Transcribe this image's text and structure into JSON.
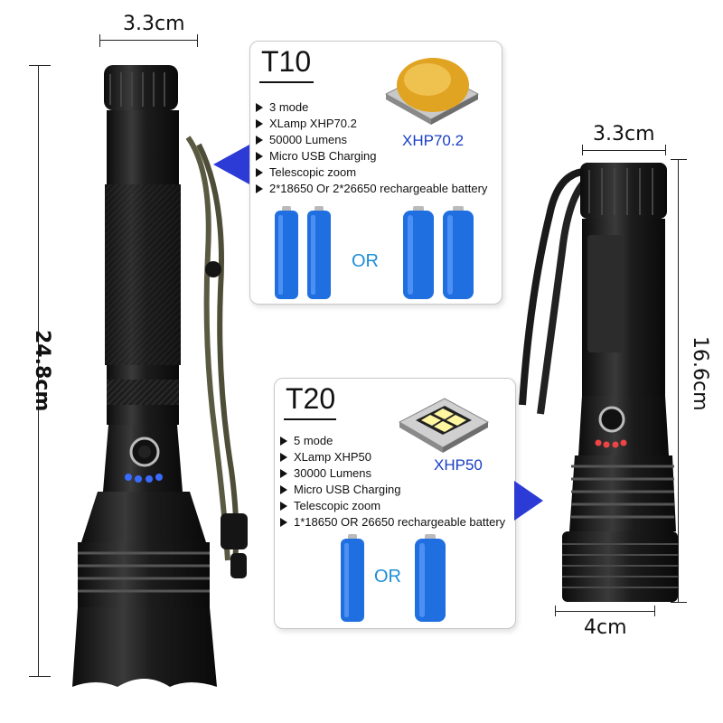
{
  "dimensions": {
    "large_width": "3.3cm",
    "large_length": "24.8cm",
    "small_head_width": "3.3cm",
    "small_length": "16.6cm",
    "small_tail_width": "4cm"
  },
  "t10": {
    "title": "T10",
    "features": [
      "3 mode",
      "XLamp XHP70.2",
      "50000 Lumens",
      "Micro USB Charging",
      "Telescopic zoom",
      "2*18650 Or 2*26650 rechargeable battery"
    ],
    "chip_label": "XHP70.2",
    "or_label": "OR"
  },
  "t20": {
    "title": "T20",
    "features": [
      "5 mode",
      "XLamp XHP50",
      "30000 Lumens",
      "Micro USB Charging",
      "Telescopic zoom",
      "1*18650 OR 26650 rechargeable battery"
    ],
    "chip_label": "XHP50",
    "or_label": "OR"
  },
  "colors": {
    "pointer_blue": "#2d3bd6",
    "battery_blue": "#1f6fe0",
    "chip_label_blue": "#1a3fc4",
    "or_blue": "#1e8fd6",
    "flashlight_body": "#1a1a1a"
  },
  "icons": [
    "large-flashlight-image",
    "small-flashlight-image",
    "led-chip-xhp70-icon",
    "led-chip-xhp50-icon",
    "battery-18650-icon",
    "battery-26650-icon",
    "pointer-arrow-icon"
  ]
}
